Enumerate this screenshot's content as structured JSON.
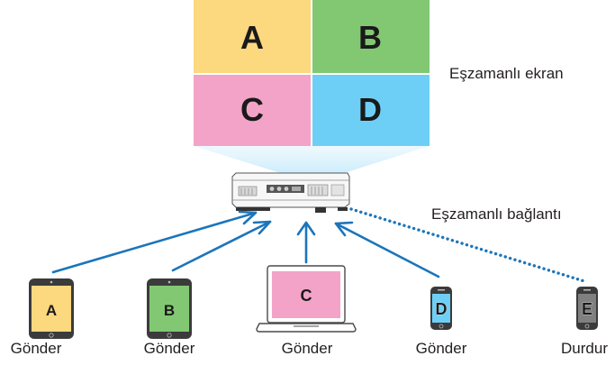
{
  "screen": {
    "quadrants": [
      {
        "letter": "A",
        "color": "#fcd87f"
      },
      {
        "letter": "B",
        "color": "#82c873"
      },
      {
        "letter": "C",
        "color": "#f3a3c8"
      },
      {
        "letter": "D",
        "color": "#6ecff6"
      }
    ],
    "label": "Eşzamanlı ekran"
  },
  "connection": {
    "label": "Eşzamanlı bağlantı",
    "line_color": "#1b75bb"
  },
  "devices": [
    {
      "type": "tablet",
      "letter": "A",
      "screen_color": "#fcd87f",
      "action": "Gönder",
      "connection": "solid"
    },
    {
      "type": "tablet",
      "letter": "B",
      "screen_color": "#82c873",
      "action": "Gönder",
      "connection": "solid"
    },
    {
      "type": "laptop",
      "letter": "C",
      "screen_color": "#f3a3c8",
      "action": "Gönder",
      "connection": "solid"
    },
    {
      "type": "phone",
      "letter": "D",
      "screen_color": "#6ecff6",
      "action": "Gönder",
      "connection": "solid"
    },
    {
      "type": "phone",
      "letter": "E",
      "screen_color": "#808080",
      "action": "Durdur",
      "connection": "dotted"
    }
  ]
}
